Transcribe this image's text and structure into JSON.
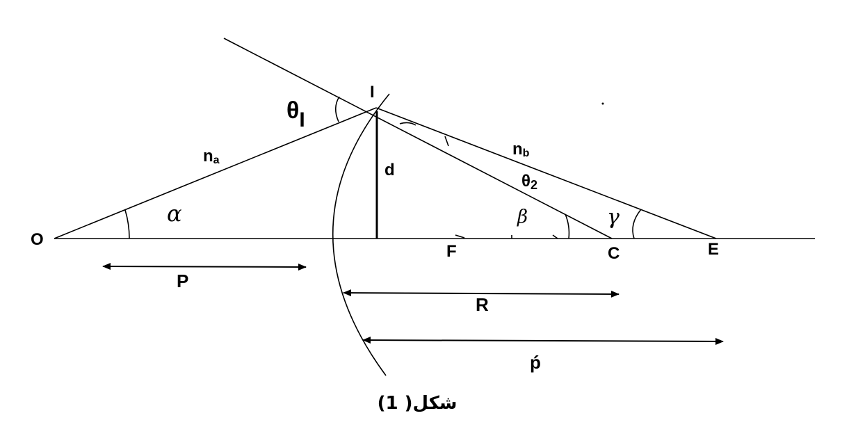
{
  "labels": {
    "point_O": "O",
    "point_I": "I",
    "point_F": "F",
    "point_C": "C",
    "point_E": "E",
    "n_a": "n",
    "n_a_sub": "a",
    "n_b": "n",
    "n_b_sub": "b",
    "theta1": "θ",
    "theta1_sub": "I",
    "theta2": "θ",
    "theta2_sub": "2",
    "height_d": "d",
    "alpha": "α",
    "beta": "β",
    "gamma": "γ",
    "dist_P": "P",
    "dist_R": "R",
    "dist_p_prime": "ṕ"
  },
  "caption": "شكل( 1)"
}
